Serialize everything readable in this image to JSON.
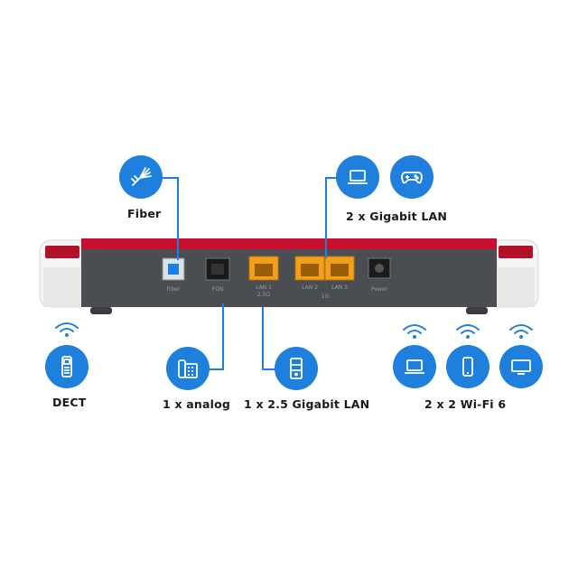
{
  "labels": {
    "fiber": "Fiber",
    "lan_gigabit": "2 x Gigabit LAN",
    "dect": "DECT",
    "analog": "1 x analog",
    "lan_25": "1 x 2.5 Gigabit LAN",
    "wifi": "2 x 2 Wi-Fi 6"
  },
  "port_labels": {
    "fiber": "Fiber",
    "fon": "FON",
    "lan1": "LAN 1",
    "lan1_speed": "2.5G",
    "lan2": "LAN 2",
    "lan3": "LAN 3",
    "lan_sub": "1G",
    "power": "Power"
  },
  "icons": {
    "fiber": "fiber-optic-icon",
    "laptop": "laptop-icon",
    "gamepad": "gamepad-icon",
    "dect_phone": "cordless-phone-icon",
    "analog_phone": "desk-phone-icon",
    "server": "server-icon",
    "wifi_laptop": "laptop-icon",
    "wifi_phone": "smartphone-icon",
    "wifi_tv": "monitor-icon",
    "wifi_signal": "wifi-signal-icon"
  },
  "colors": {
    "accent_blue": "#1f7fdc",
    "router_red": "#c8102e",
    "router_body": "#4a4d52",
    "lan_port": "#f2a01c"
  }
}
